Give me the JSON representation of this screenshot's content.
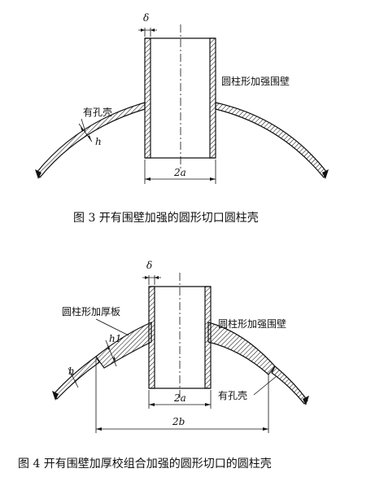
{
  "figure3": {
    "delta": "δ",
    "wall_label": "圆柱形加强围壁",
    "shell_label": "有孔壳",
    "h_label": "h",
    "width_label": "2a",
    "caption": "图 3    开有围壁加强的圆形切口圆柱壳"
  },
  "figure4": {
    "delta": "δ",
    "plate_label": "圆柱形加厚板",
    "wall_label": "圆柱形加强围壁",
    "h1_label": "h1",
    "h_label": "h",
    "width_a_label": "2a",
    "width_b_label": "2b",
    "shell_label": "有孔壳",
    "caption": "图 4    开有围壁加厚校组合加强的圆形切口的圆柱壳"
  },
  "colors": {
    "line": "#111111",
    "background": "#ffffff"
  }
}
